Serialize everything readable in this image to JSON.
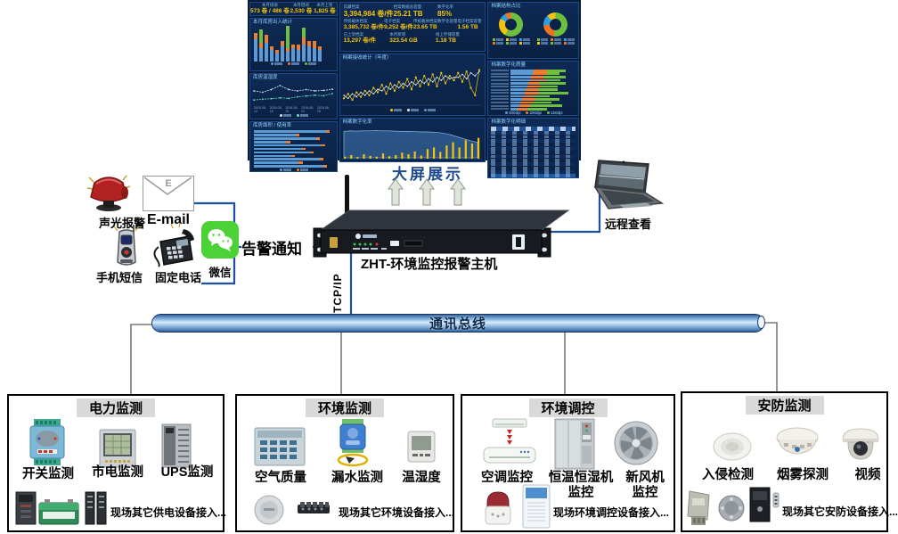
{
  "diagram": {
    "screen_caption": "大屏展示",
    "alarm": {
      "siren_label": "声光报警",
      "email_label": "E-mail",
      "email_icon_letter": "E",
      "sms_label": "手机短信",
      "landline_label": "固定电话",
      "wechat_label": "微信",
      "notify_label": "告警通知"
    },
    "host": {
      "name": "ZHT-环境监控报警主机",
      "protocol": "TCP/IP"
    },
    "remote_label": "远程查看",
    "bus_label": "通讯总线",
    "groups": [
      {
        "title": "电力监测",
        "items": [
          "开关监测",
          "市电监测",
          "UPS监测"
        ],
        "footer": "现场其它供电设备接入..."
      },
      {
        "title": "环境监测",
        "items": [
          "空气质量",
          "漏水监测",
          "温湿度"
        ],
        "footer": "现场其它环境设备接入..."
      },
      {
        "title": "环境调控",
        "items": [
          "空调监控",
          "恒温恒湿机\n监控",
          "新风机\n监控"
        ],
        "footer": "现场环境调控设备接入..."
      },
      {
        "title": "安防监测",
        "items": [
          "入侵检测",
          "烟雾探测",
          "视频"
        ],
        "footer": "现场其它安防设备接入..."
      }
    ]
  },
  "dashboard": {
    "colors": {
      "bg": "#071a38",
      "panel": "#0b2348",
      "yellow": "#f3c40f",
      "cyan_label": "#8fd4ff",
      "bar_blue": "#5b9bd5",
      "bar_orange": "#ed7d31",
      "bar_green": "#6fbf3f",
      "line_light": "#cfe3f5",
      "line_teal": "#67e0c4",
      "white": "#e8f1fa",
      "donut_green": "#6fbf3f",
      "donut_yellow": "#f3c40f",
      "donut_blue": "#2f9fe0",
      "donut_orange": "#ee7422",
      "area_fill": "#4f8fce"
    },
    "kpi_top_left": [
      {
        "label": "本月接收",
        "value": "573 卷 / 486 卷"
      },
      {
        "label": "本月借阅",
        "value": "2,530 卷"
      },
      {
        "label": "本月上架",
        "value": "1,825 卷"
      }
    ],
    "center_kpis": {
      "row1": [
        {
          "label": "馆藏档案",
          "value": "3,394,984 卷/件"
        },
        {
          "label": "档案数据总容量",
          "value": "25.21 TB"
        },
        {
          "label": "数字化率",
          "value": "85%"
        }
      ],
      "row2": [
        {
          "label": "传统载体档案",
          "value": "3,385,732 卷/件"
        },
        {
          "label": "电子档案",
          "value": "9,252 卷/件"
        },
        {
          "label": "传统载体档案数字化容量",
          "value": "23.65 TB"
        },
        {
          "label": "电子档案容量",
          "value": "1.56 TB"
        }
      ],
      "row3": [
        {
          "label": "已上架档案",
          "value": "13,297 卷/件"
        },
        {
          "label": "本月新增",
          "value": "323.54 GB"
        },
        {
          "label": "线上存储容量",
          "value": "1.18 TB"
        }
      ]
    },
    "chart_data": {
      "monthly_bar": {
        "type": "bar",
        "title": "本月库房出入统计",
        "stacks": [
          [
            13,
            4,
            0
          ],
          [
            8,
            3,
            8
          ],
          [
            11,
            5,
            0
          ],
          [
            7,
            2,
            0
          ],
          [
            5,
            2,
            0
          ],
          [
            9,
            3,
            0
          ],
          [
            6,
            2,
            13
          ],
          [
            8,
            2,
            0
          ],
          [
            7,
            3,
            0
          ],
          [
            10,
            4,
            6
          ],
          [
            9,
            3,
            0
          ],
          [
            8,
            4,
            0
          ],
          [
            7,
            2,
            0
          ]
        ]
      },
      "temp_line": {
        "type": "line",
        "title": "库房温湿度",
        "series": [
          [
            24,
            23.5,
            24.5,
            26,
            24.5,
            24,
            24.5,
            24,
            24.2,
            24.6
          ],
          [
            20.6,
            20.9,
            21.1,
            21.4,
            21.2,
            21.8,
            22.1,
            22.4,
            22.2,
            23
          ]
        ],
        "x_labels": [
          "2018-08-12",
          "2018-08-16",
          "2018-08-20",
          "2018-08-24",
          "2018-08-28"
        ],
        "ylim": [
          19,
          27
        ]
      },
      "area_usage": {
        "type": "hbar",
        "title": "库房面积 / 使用率",
        "values": [
          96,
          58,
          84,
          46,
          90,
          66,
          76,
          52,
          88,
          62,
          93
        ],
        "tip_pct": 5
      },
      "yearly_line": {
        "type": "line",
        "title": "档案接收统计（年度）",
        "series": [
          [
            4,
            7,
            3,
            8,
            5,
            9,
            6,
            11,
            8,
            13,
            7,
            14,
            9,
            15,
            11,
            17,
            10,
            18,
            12,
            19,
            13,
            20,
            12,
            21,
            14,
            19,
            16,
            21,
            15,
            22,
            11,
            6,
            23
          ],
          [
            6,
            4,
            7,
            5,
            8,
            6,
            9,
            7,
            10,
            9,
            12,
            10,
            13,
            11,
            14,
            12,
            15,
            13,
            16,
            14,
            17,
            15,
            18,
            16,
            19,
            17,
            18,
            18,
            20,
            17,
            21,
            19,
            22
          ]
        ],
        "ylim": [
          0,
          25
        ]
      },
      "digit_rate": {
        "type": "area+bar",
        "title": "档案数字化率",
        "area": [
          88,
          90,
          89,
          90,
          90,
          91,
          90,
          90,
          89,
          88,
          88,
          87,
          86,
          86,
          85,
          83,
          79,
          73,
          65,
          57,
          50,
          44
        ],
        "bars": [
          5,
          9,
          4,
          11,
          7,
          5,
          13,
          6,
          9,
          15,
          11,
          18,
          8,
          24,
          28,
          17,
          33,
          41,
          28,
          46,
          38,
          52
        ]
      },
      "structure_donuts": {
        "type": "pie",
        "title": "档案结构占比",
        "donut1": [
          [
            "donut_green",
            58
          ],
          [
            "donut_yellow",
            25
          ],
          [
            "donut_blue",
            9
          ],
          [
            "donut_orange",
            8
          ]
        ],
        "donut2": [
          [
            "donut_green",
            52
          ],
          [
            "donut_orange",
            22
          ],
          [
            "donut_blue",
            14
          ],
          [
            "donut_yellow",
            12
          ]
        ]
      },
      "quality_stack": {
        "type": "bar",
        "title": "档案数字化质量",
        "legend": [
          "300dpi",
          "200dpi",
          "150dpi"
        ],
        "rows": [
          [
            34,
            20,
            28
          ],
          [
            32,
            22,
            18
          ],
          [
            30,
            18,
            34
          ],
          [
            28,
            24,
            22
          ],
          [
            26,
            16,
            40
          ],
          [
            24,
            20,
            26
          ],
          [
            22,
            18,
            30
          ],
          [
            20,
            22,
            44
          ],
          [
            18,
            16,
            24
          ],
          [
            16,
            20,
            36
          ],
          [
            14,
            18,
            28
          ],
          [
            12,
            16,
            48
          ],
          [
            10,
            14,
            30
          ]
        ]
      },
      "detail_table": {
        "type": "table",
        "title": "档案数字化明细",
        "data_rows": 11
      }
    }
  }
}
